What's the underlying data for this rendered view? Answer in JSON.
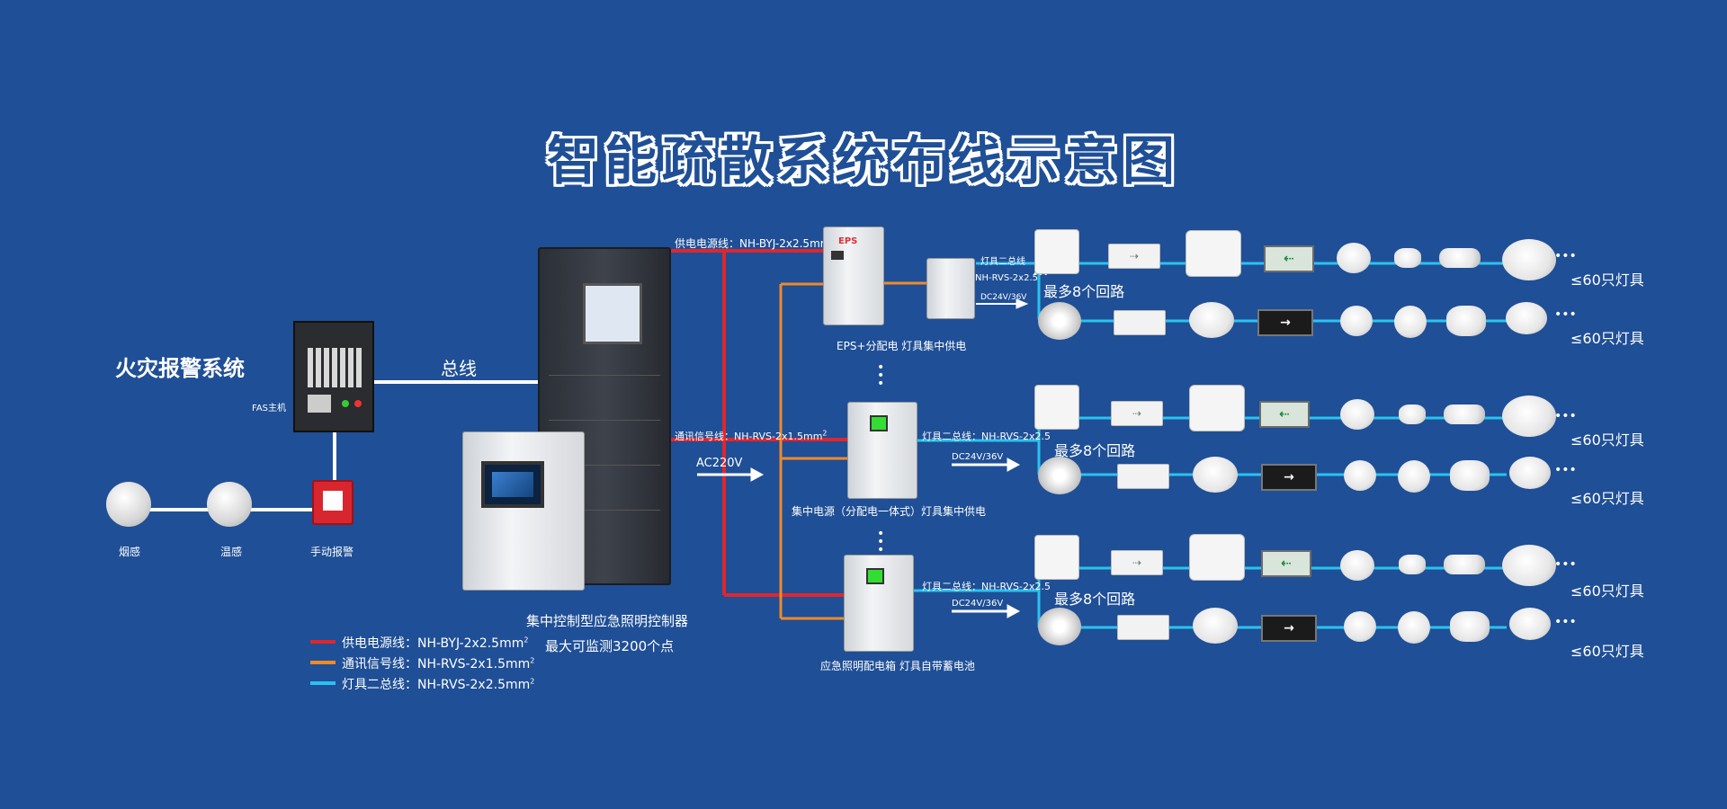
{
  "title": "智能疏散系统布线示意图",
  "fire_system": {
    "title": "火灾报警系统",
    "fas_label": "FAS主机",
    "bus_label": "总线",
    "smoke_label": "烟感",
    "heat_label": "温感",
    "manual_label": "手动报警"
  },
  "controller": {
    "name": "集中控制型应急照明控制器",
    "capacity": "最大可监测3200个点",
    "ac_label": "AC220V"
  },
  "wires": {
    "power_top": "供电电源线：NH-BYJ-2x2.5mm",
    "comm_mid": "通讯信号线：NH-RVS-2x1.5mm",
    "sq": "2"
  },
  "groups": [
    {
      "caption": "EPS+分配电  灯具集中供电",
      "badge": "EPS",
      "bus_title": "灯具二总线",
      "bus_spec": "NH-RVS-2x2.5",
      "dc": "DC24V/36V",
      "loops": "最多8个回路",
      "count_top": "≤60只灯具",
      "count_bottom": "≤60只灯具"
    },
    {
      "caption": "集中电源（分配电一体式）灯具集中供电",
      "bus_title": "灯具二总线：NH-RVS-2x2.5",
      "dc": "DC24V/36V",
      "loops": "最多8个回路",
      "count_top": "≤60只灯具",
      "count_bottom": "≤60只灯具"
    },
    {
      "caption": "应急照明配电箱   灯具自带蓄电池",
      "bus_title": "灯具二总线：NH-RVS-2x2.5",
      "dc": "DC24V/36V",
      "loops": "最多8个回路",
      "count_top": "≤60只灯具",
      "count_bottom": "≤60只灯具"
    }
  ],
  "ellipsis": "•••",
  "legend": [
    {
      "label": "供电电源线：NH-BYJ-2x2.5mm",
      "color": "#e0262c"
    },
    {
      "label": "通讯信号线：NH-RVS-2x1.5mm",
      "color": "#ef8a2a"
    },
    {
      "label": "灯具二总线：NH-RVS-2x2.5mm",
      "color": "#29c3f0"
    }
  ],
  "colors": {
    "background": "#1f4f96",
    "power": "#e0262c",
    "comm": "#ef8a2a",
    "bus": "#29c3f0"
  }
}
